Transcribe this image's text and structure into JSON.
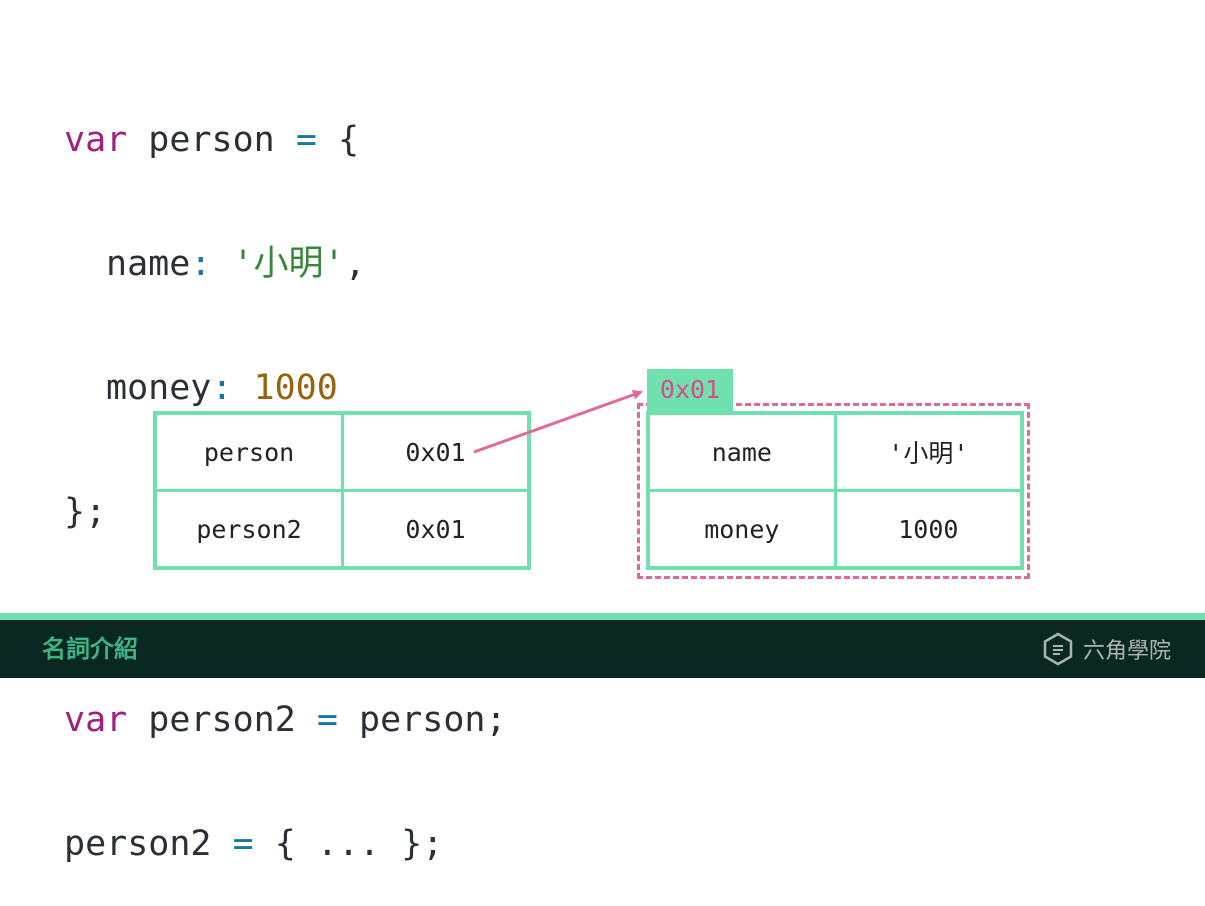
{
  "code": {
    "l1": {
      "kw": "var",
      "id": "person",
      "op": "=",
      "brace": "{"
    },
    "l2": {
      "key": "name",
      "colon": ":",
      "val": "'小明'",
      "comma": ","
    },
    "l3": {
      "key": "money",
      "colon": ":",
      "val": "1000"
    },
    "l4": {
      "text": "};"
    },
    "l5": {
      "kw": "var",
      "id": "person2",
      "op": "=",
      "rhs": "person;"
    },
    "l6": {
      "id": "person2",
      "op": "=",
      "rhs": "{ ... };"
    }
  },
  "stack_table": {
    "rows": [
      {
        "name": "person",
        "value": "0x01"
      },
      {
        "name": "person2",
        "value": "0x01"
      }
    ]
  },
  "heap": {
    "address": "0x01",
    "rows": [
      {
        "key": "name",
        "value": "'小明'"
      },
      {
        "key": "money",
        "value": "1000"
      }
    ]
  },
  "footer": {
    "title": "名詞介紹",
    "brand": "六角學院"
  },
  "colors": {
    "mint": "#6fe0ae",
    "pink": "#e2679b",
    "footer_bg": "#0b2722"
  }
}
